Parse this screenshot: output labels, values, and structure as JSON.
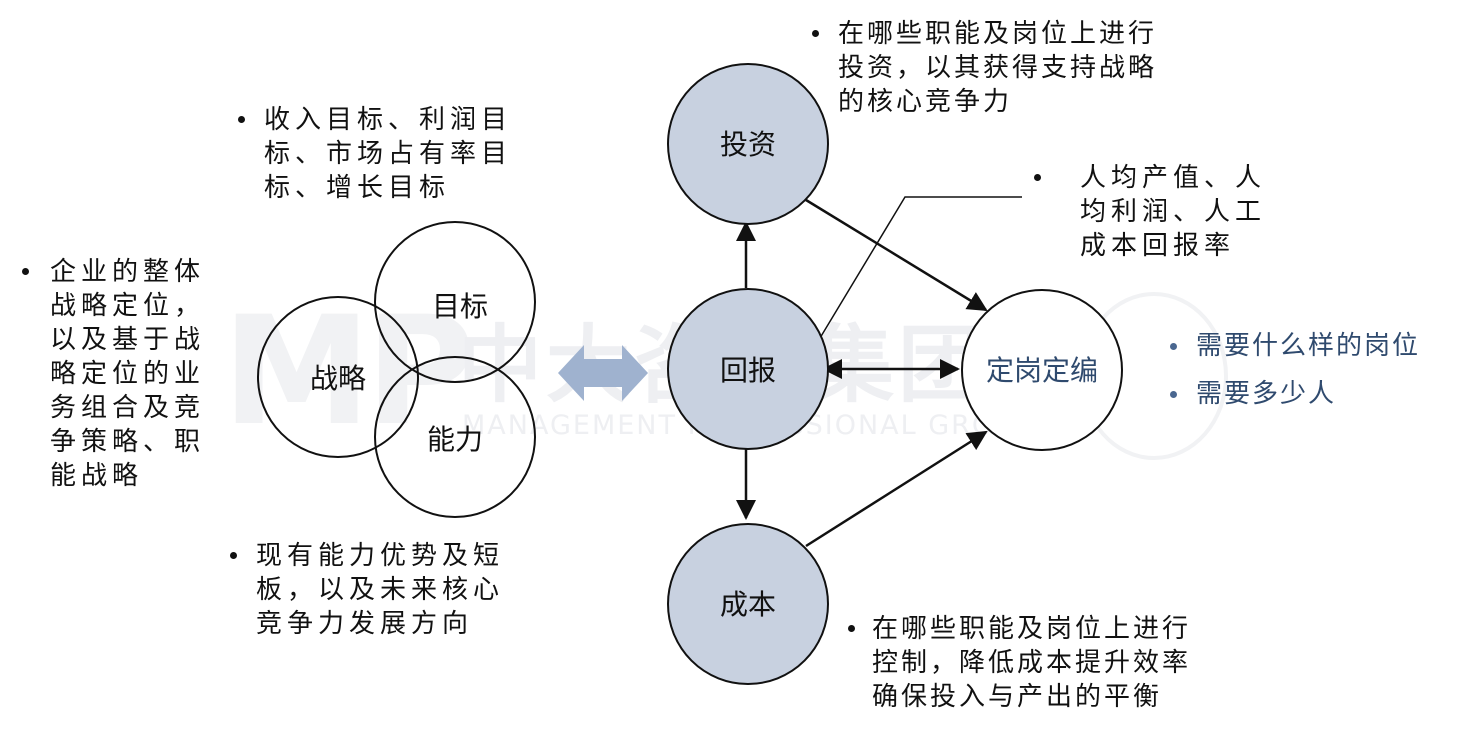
{
  "watermark": {
    "logo": "MP",
    "name": "中大咨询集团",
    "subtitle": "MANAGEMENT PROFESSIONAL GROUP"
  },
  "venn": {
    "strategy": "战略",
    "goals": "目标",
    "capability": "能力"
  },
  "notes": {
    "goals": "收入目标、利润目\n标、市场占有率目\n标、增长目标",
    "strategy": "企业的整体\n战略定位，\n以及基于战\n略定位的业\n务组合及竞\n争策略、职\n能战略",
    "capability": "现有能力优势及短\n板，以及未来核心\n竞争力发展方向",
    "investment": "在哪些职能及岗位上进行\n投资，以其获得支持战略\n的核心竞争力",
    "return": "人均产值、人\n均利润、人工\n成本回报率",
    "cost": "在哪些职能及岗位上进行\n控制，降低成本提升效率\n确保投入与产出的平衡"
  },
  "nodes": {
    "investment": "投资",
    "return": "回报",
    "cost": "成本",
    "staffing": "定岗定编"
  },
  "staffing_points": [
    "需要什么样的岗位",
    "需要多少人"
  ],
  "colors": {
    "node_fill": "#c8d1e0",
    "arrow_fill": "#9fb2cf",
    "staffing_text": "#2f4a6e",
    "line": "#111111"
  }
}
